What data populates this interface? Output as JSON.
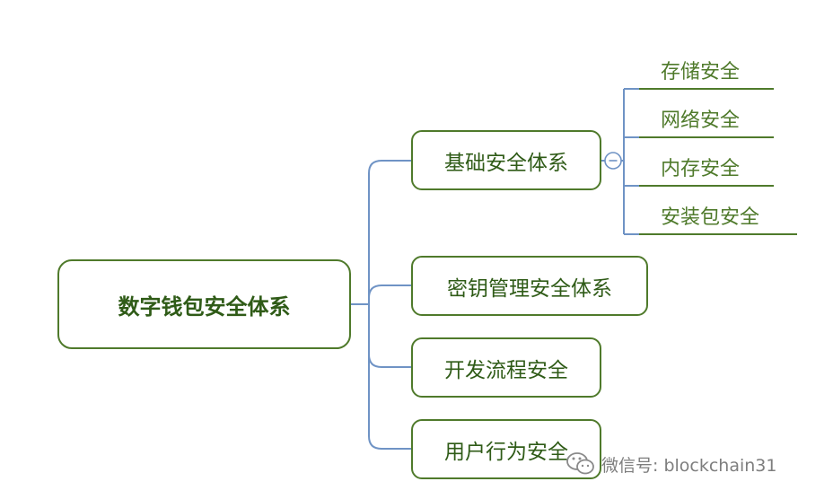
{
  "colors": {
    "node_border": "#4f7a2b",
    "text": "#2f5b17",
    "connector": "#6f93c5"
  },
  "root": {
    "label": "数字钱包安全体系"
  },
  "branches": [
    {
      "label": "基础安全体系"
    },
    {
      "label": "密钥管理安全体系"
    },
    {
      "label": "开发流程安全"
    },
    {
      "label": "用户行为安全"
    }
  ],
  "leaves": [
    {
      "label": "存储安全"
    },
    {
      "label": "网络安全"
    },
    {
      "label": "内存安全"
    },
    {
      "label": "安装包安全"
    }
  ],
  "collapse_toggle": {
    "icon": "minus-circle-icon"
  },
  "watermark": {
    "text": "微信号: blockchain31",
    "icon": "wechat-logo"
  }
}
